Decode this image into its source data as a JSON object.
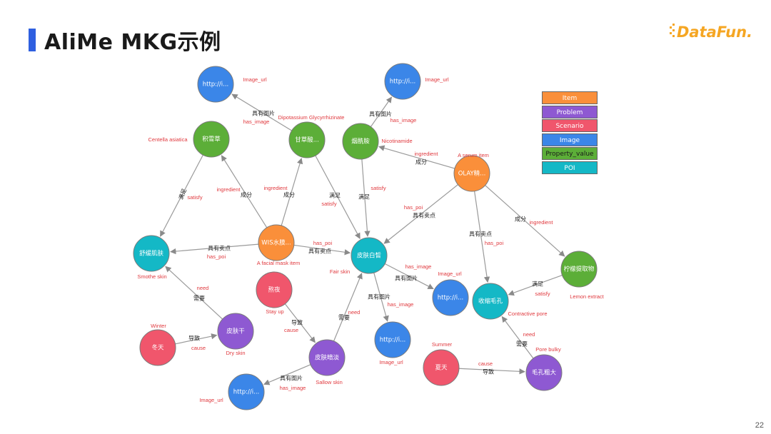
{
  "header": {
    "title": "AliMe MKG示例",
    "logo_text": "DataFun.",
    "page_number": "22"
  },
  "colors": {
    "Item": "#fa8f3a",
    "Problem": "#8e59d2",
    "Scenario": "#f0566c",
    "Image": "#3b86e8",
    "Property_value": "#5cae38",
    "POI": "#14b8c6"
  },
  "legend": [
    {
      "label": "Item",
      "type": "Item"
    },
    {
      "label": "Problem",
      "type": "Problem"
    },
    {
      "label": "Scenario",
      "type": "Scenario"
    },
    {
      "label": "Image",
      "type": "Image"
    },
    {
      "label": "Property_value",
      "type": "Property_value"
    },
    {
      "label": "POI",
      "type": "POI"
    }
  ],
  "nodes": [
    {
      "id": "img1",
      "label": "http://i...",
      "type": "Image"
    },
    {
      "id": "img2",
      "label": "http://i...",
      "type": "Image"
    },
    {
      "id": "jixuecao",
      "label": "积雪草",
      "type": "Property_value"
    },
    {
      "id": "gancao",
      "label": "甘草酸...",
      "type": "Property_value"
    },
    {
      "id": "yansuan",
      "label": "烟酰胺",
      "type": "Property_value"
    },
    {
      "id": "olay",
      "label": "OLAY精...",
      "type": "Item"
    },
    {
      "id": "shuhuan",
      "label": "舒缓肌肤",
      "type": "POI"
    },
    {
      "id": "wis",
      "label": "WIS水膜...",
      "type": "Item"
    },
    {
      "id": "baixi",
      "label": "皮肤白皙",
      "type": "POI"
    },
    {
      "id": "ningmeng",
      "label": "柠檬提取物",
      "type": "Property_value"
    },
    {
      "id": "shousuo",
      "label": "收缩毛孔",
      "type": "POI"
    },
    {
      "id": "img3",
      "label": "http://i...",
      "type": "Image"
    },
    {
      "id": "aoye",
      "label": "熬夜",
      "type": "Scenario"
    },
    {
      "id": "pifugan",
      "label": "皮肤干",
      "type": "Problem"
    },
    {
      "id": "dongtian",
      "label": "冬天",
      "type": "Scenario"
    },
    {
      "id": "img4",
      "label": "http://i...",
      "type": "Image"
    },
    {
      "id": "andan",
      "label": "皮肤暗淡",
      "type": "Problem"
    },
    {
      "id": "xiatian",
      "label": "夏天",
      "type": "Scenario"
    },
    {
      "id": "maokong",
      "label": "毛孔粗大",
      "type": "Problem"
    },
    {
      "id": "img5",
      "label": "http://i...",
      "type": "Image"
    }
  ],
  "node_annotations": [
    {
      "node": "img1",
      "text": "Image_url"
    },
    {
      "node": "img2",
      "text": "Image_url"
    },
    {
      "node": "jixuecao",
      "text": "Centella asiatica"
    },
    {
      "node": "gancao",
      "text": "Dipotassium Glycyrrhizinate"
    },
    {
      "node": "yansuan",
      "text": "Nicotinamide"
    },
    {
      "node": "olay",
      "text": "A serum item"
    },
    {
      "node": "shuhuan",
      "text": "Smothe skin"
    },
    {
      "node": "wis",
      "text": "A facial mask item"
    },
    {
      "node": "baixi",
      "text": "Fair skin"
    },
    {
      "node": "ningmeng",
      "text": "Lemon extract"
    },
    {
      "node": "img3",
      "text": "Image_url"
    },
    {
      "node": "shousuo",
      "text": "Contractive pore"
    },
    {
      "node": "aoye",
      "text": "Stay up"
    },
    {
      "node": "dongtian",
      "text": "Winter"
    },
    {
      "node": "pifugan",
      "text": "Dry skin"
    },
    {
      "node": "img4",
      "text": "Image_url"
    },
    {
      "node": "andan",
      "text": "Sallow skin"
    },
    {
      "node": "xiatian",
      "text": "Summer"
    },
    {
      "node": "maokong",
      "text": "Pore bulky"
    },
    {
      "node": "img5",
      "text": "Image_url"
    }
  ],
  "edges": [
    {
      "from": "gancao",
      "to": "img1",
      "zh": "具有图片",
      "en": "has_image"
    },
    {
      "from": "yansuan",
      "to": "img2",
      "zh": "具有图片",
      "en": "has_image"
    },
    {
      "from": "jixuecao",
      "to": "shuhuan",
      "zh": "满足",
      "en": "satisfy"
    },
    {
      "from": "wis",
      "to": "jixuecao",
      "zh": "成分",
      "en": "ingredient"
    },
    {
      "from": "wis",
      "to": "gancao",
      "zh": "成分",
      "en": "ingredient"
    },
    {
      "from": "gancao",
      "to": "baixi",
      "zh": "满足",
      "en": "satisfy"
    },
    {
      "from": "yansuan",
      "to": "baixi",
      "zh": "满足",
      "en": "satisfy"
    },
    {
      "from": "olay",
      "to": "yansuan",
      "zh": "成分",
      "en": "ingredient"
    },
    {
      "from": "olay",
      "to": "baixi",
      "zh": "具有卖点",
      "en": "has_poi"
    },
    {
      "from": "olay",
      "to": "shousuo",
      "zh": "具有卖点",
      "en": "has_poi"
    },
    {
      "from": "olay",
      "to": "ningmeng",
      "zh": "成分",
      "en": "ingredient"
    },
    {
      "from": "wis",
      "to": "shuhuan",
      "zh": "具有卖点",
      "en": "has_poi"
    },
    {
      "from": "wis",
      "to": "baixi",
      "zh": "具有卖点",
      "en": "has_poi"
    },
    {
      "from": "baixi",
      "to": "img3",
      "zh": "具有图片",
      "en": "has_image"
    },
    {
      "from": "baixi",
      "to": "img4",
      "zh": "具有图片",
      "en": "has_image"
    },
    {
      "from": "ningmeng",
      "to": "shousuo",
      "zh": "满足",
      "en": "satisfy"
    },
    {
      "from": "pifugan",
      "to": "shuhuan",
      "zh": "需要",
      "en": "need"
    },
    {
      "from": "dongtian",
      "to": "pifugan",
      "zh": "导致",
      "en": "cause"
    },
    {
      "from": "aoye",
      "to": "andan",
      "zh": "导致",
      "en": "cause"
    },
    {
      "from": "andan",
      "to": "baixi",
      "zh": "需要",
      "en": "need"
    },
    {
      "from": "andan",
      "to": "img5",
      "zh": "具有图片",
      "en": "has_image"
    },
    {
      "from": "maokong",
      "to": "shousuo",
      "zh": "需要",
      "en": "need"
    },
    {
      "from": "xiatian",
      "to": "maokong",
      "zh": "导致",
      "en": "cause"
    }
  ]
}
